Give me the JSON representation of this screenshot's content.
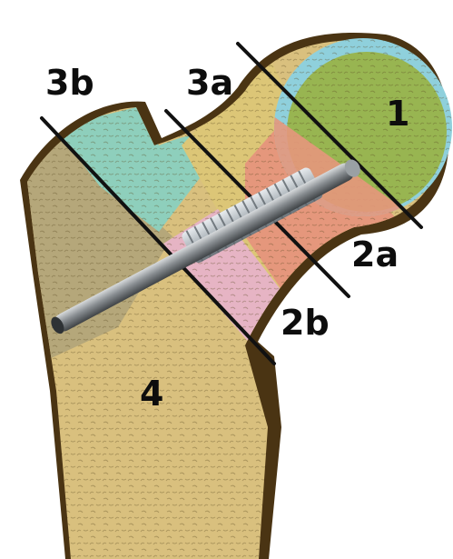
{
  "figure": {
    "labels": [
      {
        "key": "zone_1",
        "text": "1"
      },
      {
        "key": "zone_2a",
        "text": "2a"
      },
      {
        "key": "zone_2b",
        "text": "2b"
      },
      {
        "key": "zone_3a",
        "text": "3a"
      },
      {
        "key": "zone_3b",
        "text": "3b"
      },
      {
        "key": "zone_4",
        "text": "4"
      }
    ],
    "colors": {
      "outline": "#4a3413",
      "cartilage": "#8fd0dc",
      "head_zone_1": "#98b551",
      "zone_2a": "#e5977c",
      "zone_2b": "#e6b4c4",
      "zone_3a": "#dcc677",
      "trochanter_teal": "#8ecfbc",
      "zone_4_shaft": "#d9c07e",
      "trochanter_bone": "#b5a77a",
      "cut_lines": "#111111",
      "screw_metal": "#c3c8cc",
      "rod_metal": "#73787c"
    },
    "icons": [
      "bone-illustration-icon",
      "lag-screw-icon"
    ]
  }
}
